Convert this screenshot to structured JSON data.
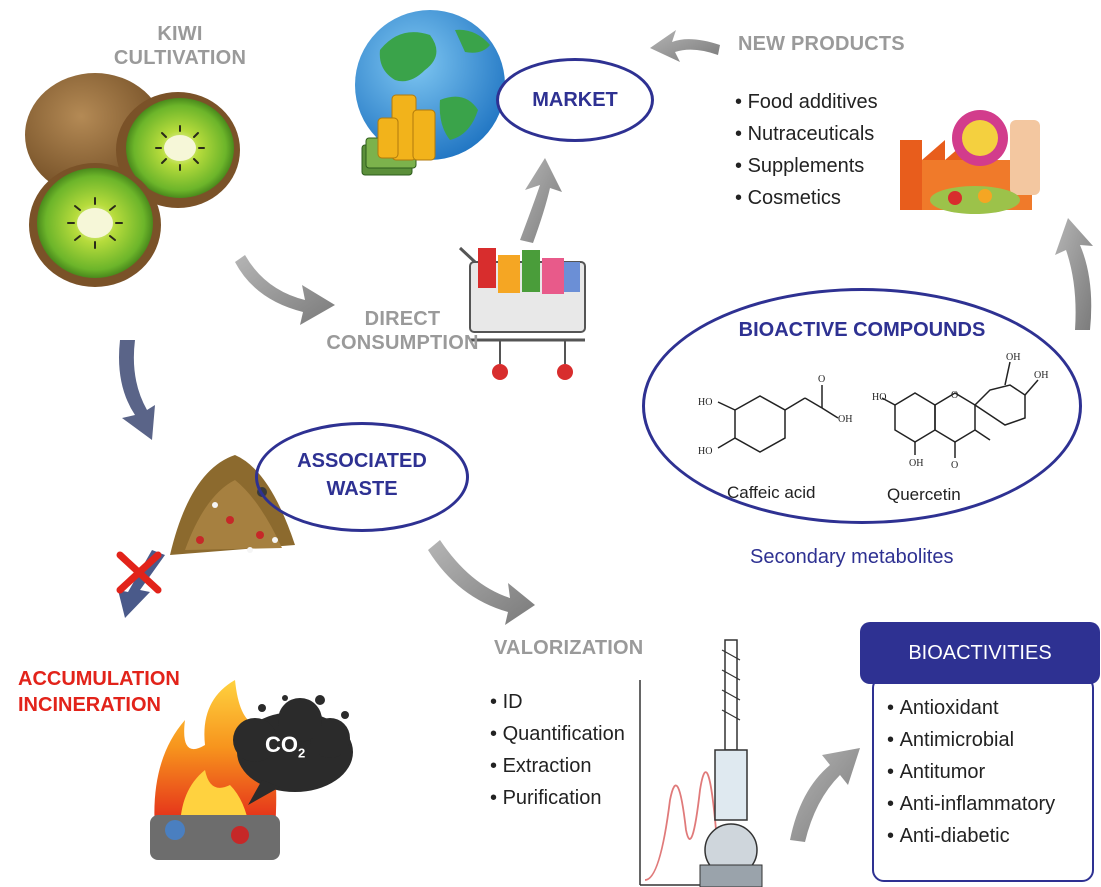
{
  "kiwi_cultivation": {
    "line1": "KIWI",
    "line2": "CULTIVATION"
  },
  "market": "MARKET",
  "new_products": {
    "title": "NEW PRODUCTS",
    "items": [
      "Food additives",
      "Nutraceuticals",
      "Supplements",
      "Cosmetics"
    ]
  },
  "direct_consumption": {
    "line1": "DIRECT",
    "line2": "CONSUMPTION"
  },
  "bioactive_compounds": {
    "title": "BIOACTIVE COMPOUNDS",
    "compound1": "Caffeic acid",
    "compound2": "Quercetin",
    "caption": "Secondary metabolites"
  },
  "associated_waste": {
    "line1": "ASSOCIATED",
    "line2": "WASTE"
  },
  "accumulation": {
    "line1": "ACCUMULATION",
    "line2": "INCINERATION"
  },
  "co2": {
    "main": "CO",
    "sub": "2"
  },
  "valorization": {
    "title": "VALORIZATION",
    "items": [
      "ID",
      "Quantification",
      "Extraction",
      "Purification"
    ]
  },
  "bioactivities": {
    "title": "BIOACTIVITIES",
    "items": [
      "Antioxidant",
      "Antimicrobial",
      "Antitumor",
      "Anti-inflammatory",
      "Anti-diabetic"
    ]
  },
  "colors": {
    "navy": "#2e3192",
    "grey": "#9a9a9a",
    "red": "#e2231a",
    "arrow": "#8c8c8c"
  }
}
